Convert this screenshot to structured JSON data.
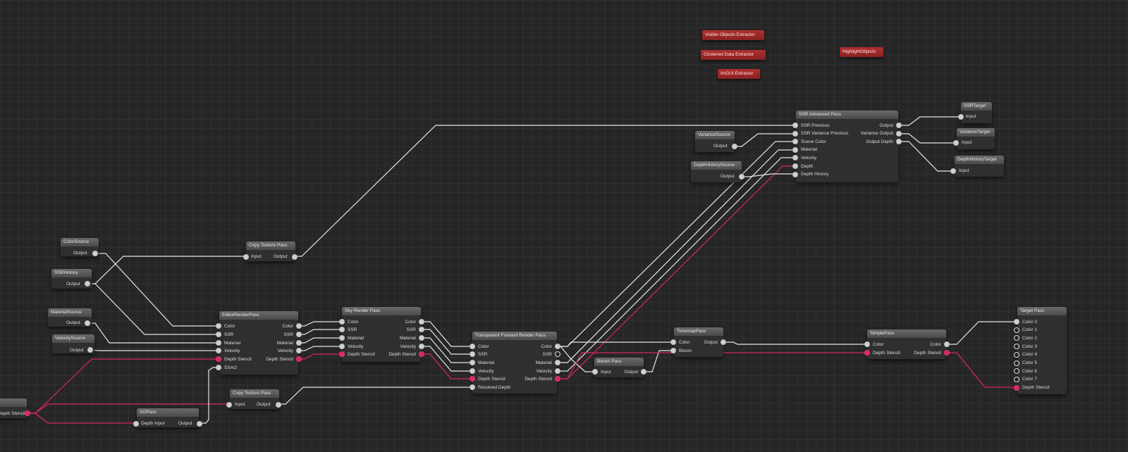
{
  "extractors": {
    "visible_objects": "Visible Objects Extractor",
    "clustered_data": "Clustered Data Extractor",
    "imgui": "ImGUI Extractor",
    "highlight_objects": "HighlightObjects"
  },
  "nodes": {
    "color_source": {
      "title": "ColorSource",
      "output": "Output"
    },
    "ssr_history": {
      "title": "SSRHistory",
      "output": "Output"
    },
    "material_source": {
      "title": "MaterialSource",
      "output": "Output"
    },
    "velocity_source": {
      "title": "VelocitySource",
      "output": "Output"
    },
    "left_edge": {
      "output": "Depth Stencil"
    },
    "copy_texture_1": {
      "title": "Copy Texture Pass",
      "input": "Input",
      "output": "Output"
    },
    "copy_texture_2": {
      "title": "Copy Texture Pass",
      "input": "Input",
      "output": "Output"
    },
    "ao_pass": {
      "title": "AOPass",
      "input": "Depth Input",
      "output": "Output"
    },
    "editor_render_pass": {
      "title": "EditorRenderPass",
      "inputs": [
        "Color",
        "SSR",
        "Material",
        "Velocity",
        "Depth Stencil",
        "SSAO"
      ],
      "outputs": [
        "Color",
        "SSR",
        "Material",
        "Velocity",
        "Depth Stencil"
      ]
    },
    "sky_render_pass": {
      "title": "Sky Render Pass",
      "inputs": [
        "Color",
        "SSR",
        "Material",
        "Velocity",
        "Depth Stencil"
      ],
      "outputs": [
        "Color",
        "SSR",
        "Material",
        "Velocity",
        "Depth Stencil"
      ]
    },
    "transparent_forward": {
      "title": "Transparent Forward Render Pass",
      "inputs": [
        "Color",
        "SSR",
        "Material",
        "Velocity",
        "Depth Stencil",
        "Resolved Depth"
      ],
      "outputs": [
        "Color",
        "SSR",
        "Material",
        "Velocity",
        "Depth Stencil"
      ]
    },
    "bloom_pass": {
      "title": "Bloom Pass",
      "input": "Input",
      "output": "Output"
    },
    "tonemap_pass": {
      "title": "TonemapPass",
      "inputs": [
        "Color",
        "Bloom"
      ],
      "output": "Output"
    },
    "simple_pass": {
      "title": "SimplePass",
      "inputs": [
        "Color",
        "Depth Stencil"
      ],
      "outputs": [
        "Color",
        "Depth Stencil"
      ]
    },
    "target_pass": {
      "title": "Target Pass",
      "inputs": [
        "Color 0",
        "Color 1",
        "Color 2",
        "Color 3",
        "Color 4",
        "Color 5",
        "Color 6",
        "Color 7",
        "Depth Stencil"
      ]
    },
    "variance_source": {
      "title": "VarianceSource",
      "output": "Output"
    },
    "depth_history_source": {
      "title": "DepthHistorySource",
      "output": "Output"
    },
    "ssr_advanced": {
      "title": "SSR Advanced Pass",
      "inputs": [
        "SSR Previous",
        "SSR Variance Previous",
        "Scene Color",
        "Material",
        "Velocity",
        "Depth",
        "Depth History"
      ],
      "outputs": [
        "Output",
        "Variance Output",
        "Output Depth"
      ]
    },
    "ssr_target": {
      "title": "SSRTarget",
      "input": "Input"
    },
    "variance_target": {
      "title": "VarianceTarget",
      "input": "Input"
    },
    "depth_history_target": {
      "title": "DepthHistoryTarget",
      "input": "Input"
    }
  },
  "colors": {
    "background": "#262626",
    "wire_white": "#e6e6e6",
    "wire_red": "#d8285c",
    "extractor_red": "#9a2626"
  }
}
